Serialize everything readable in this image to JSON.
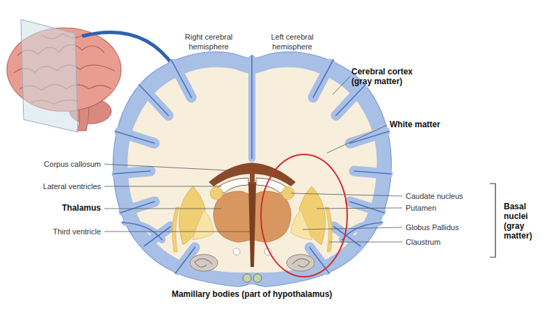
{
  "diagram": {
    "labels": [
      "Right cerebral hemisphere",
      "Left cerebral hemisphere",
      "Cerebral cortex (gray matter)",
      "White matter",
      "Corpus callosum",
      "Lateral ventricles",
      "Thalamus",
      "Third ventricle",
      "Mamillary bodies (part of hypothalamus)",
      "Caudate nucleus",
      "Putamen",
      "Globus Pallidus",
      "Claustrum",
      "Basal nuclei (gray matter)"
    ]
  }
}
